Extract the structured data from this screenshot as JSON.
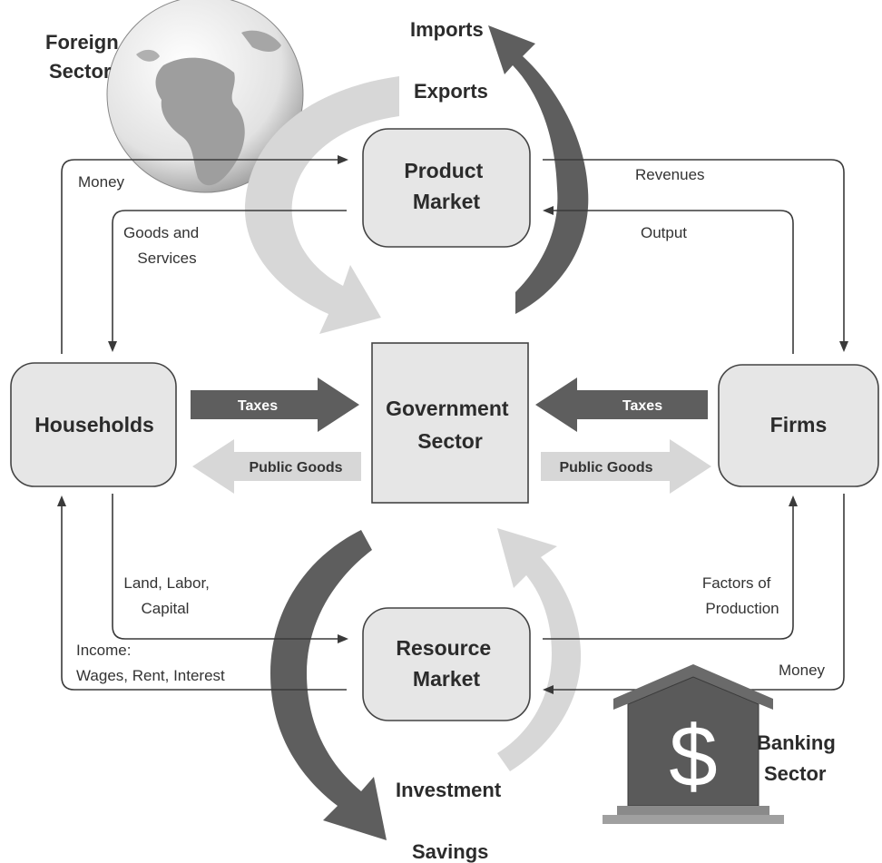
{
  "nodes": {
    "foreign": "Foreign\nSector",
    "product_market": "Product\nMarket",
    "households": "Households",
    "government": "Government\nSector",
    "firms": "Firms",
    "resource_market": "Resource\nMarket",
    "banking": "Banking\nSector"
  },
  "curved_labels": {
    "imports": "Imports",
    "exports": "Exports",
    "investment": "Investment",
    "savings": "Savings"
  },
  "flow_labels": {
    "money_top": "Money",
    "goods_services": "Goods and\nServices",
    "revenues": "Revenues",
    "output": "Output",
    "land_labor_capital": "Land, Labor,\nCapital",
    "income": "Income:\nWages, Rent, Interest",
    "factors": "Factors of\nProduction",
    "money_bottom": "Money"
  },
  "band_labels": {
    "taxes_left": "Taxes",
    "taxes_right": "Taxes",
    "public_goods_left": "Public Goods",
    "public_goods_right": "Public Goods"
  },
  "bank_symbol": "$",
  "colors": {
    "dark_arrow": "#5e5e5e",
    "light_arrow": "#d7d7d7",
    "box_fill": "#e6e6e6",
    "box_stroke": "#444444"
  }
}
